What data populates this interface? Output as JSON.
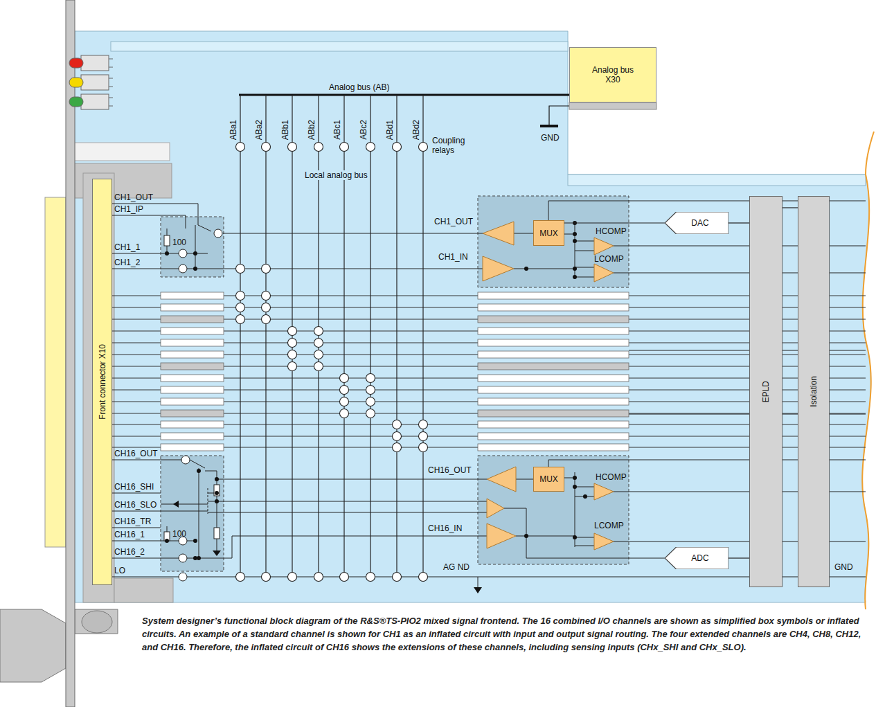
{
  "diagram": {
    "caption": "System designer’s functional block diagram of the R&S®TS-PIO2 mixed signal frontend. The 16 combined I/O channels are shown as simplified box symbols or inflated circuits. An example of a standard channel is shown for CH1 as an inflated circuit with input and output signal routing. The four extended channels are CH4, CH8, CH12, and CH16. Therefore, the inflated circuit of CH16 shows the extensions of these channels, including sensing inputs (CHx_SHI and CHx_SLO).",
    "nodes": [
      {
        "text": [
          "Analog bus X30"
        ]
      },
      {
        "text": [
          "Front connector X10"
        ]
      },
      {
        "text": [
          "MUX"
        ]
      },
      {
        "text": [
          "MUX"
        ]
      },
      {
        "text": [
          "DAC"
        ]
      },
      {
        "text": [
          "ADC"
        ]
      },
      {
        "text": [
          "EPLD"
        ]
      },
      {
        "text": [
          "Isolation"
        ]
      }
    ],
    "edges": [
      {
        "from": 4,
        "to": 6,
        "arrow": "none"
      },
      {
        "from": 5,
        "to": 6,
        "arrow": "none"
      },
      {
        "from": 6,
        "to": 7,
        "arrow": "none"
      },
      {
        "from": 2,
        "to": 4,
        "arrow": "none"
      }
    ],
    "labels": [
      "Analog bus (AB)",
      "ABa1",
      "ABa2",
      "ABb1",
      "ABb2",
      "ABc1",
      "ABc2",
      "ABd1",
      "ABd2",
      "Coupling relays",
      "GND",
      "Local analog bus",
      "CH1_OUT",
      "CH1_IP",
      "100",
      "CH1_1",
      "CH1_2",
      "CH1_OUT",
      "CH1_IN",
      "HCOMP",
      "LCOMP",
      "CH16_OUT",
      "CH16_SHI",
      "CH16_SLO",
      "CH16_TR",
      "100",
      "CH16_1",
      "CH16_2",
      "LO",
      "CH16_OUT",
      "CH16_IN",
      "HCOMP",
      "LCOMP",
      "AG ND",
      "GND"
    ]
  }
}
